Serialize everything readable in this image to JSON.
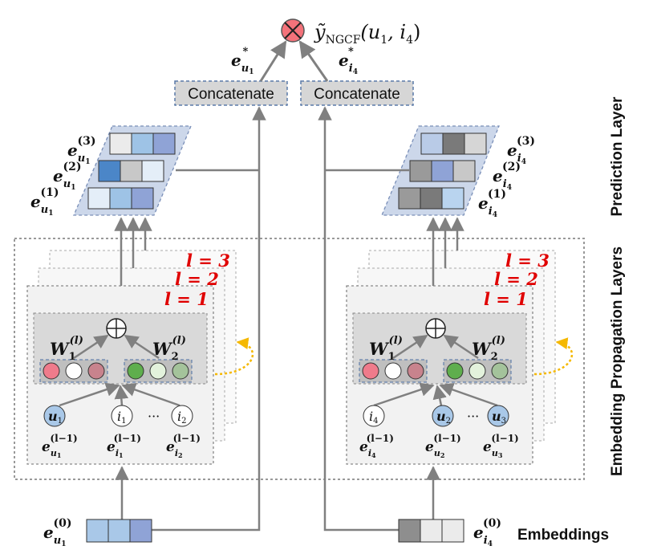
{
  "output": {
    "label": "ỹ",
    "sub": "NGCF",
    "args": "(u",
    "arg1sub": "1",
    "comma": ", i",
    "arg2sub": "4",
    "close": ")"
  },
  "concat": {
    "left": "Concatenate",
    "right": "Concatenate"
  },
  "eu_star": {
    "base": "e",
    "sub": "u",
    "subsub": "1",
    "sup": "*"
  },
  "ei_star": {
    "base": "e",
    "sub": "i",
    "subsub": "4",
    "sup": "*"
  },
  "left_stack_labels": [
    {
      "base": "e",
      "sub": "u",
      "subsub": "1",
      "sup": "(3)"
    },
    {
      "base": "e",
      "sub": "u",
      "subsub": "1",
      "sup": "(2)"
    },
    {
      "base": "e",
      "sub": "u",
      "subsub": "1",
      "sup": "(1)"
    }
  ],
  "right_stack_labels": [
    {
      "base": "e",
      "sub": "i",
      "subsub": "4",
      "sup": "(3)"
    },
    {
      "base": "e",
      "sub": "i",
      "subsub": "4",
      "sup": "(2)"
    },
    {
      "base": "e",
      "sub": "i",
      "subsub": "4",
      "sup": "(1)"
    }
  ],
  "layer_labels": [
    "l = 3",
    "l = 2",
    "l = 1"
  ],
  "weights": {
    "w1": "W",
    "w1sub": "1",
    "w1sup": "(l)",
    "w2": "W",
    "w2sub": "2",
    "w2sup": "(l)"
  },
  "left_nodes": [
    {
      "label": "u",
      "sub": "1",
      "filled": true
    },
    {
      "label": "i",
      "sub": "1",
      "filled": false
    },
    {
      "label": "i",
      "sub": "2",
      "filled": false
    }
  ],
  "right_nodes": [
    {
      "label": "i",
      "sub": "4",
      "filled": false
    },
    {
      "label": "u",
      "sub": "2",
      "filled": true
    },
    {
      "label": "u",
      "sub": "3",
      "filled": true
    }
  ],
  "ellipsis": "···",
  "left_node_labels": [
    {
      "base": "e",
      "sub": "u",
      "subsub": "1",
      "sup": "(l−1)"
    },
    {
      "base": "e",
      "sub": "i",
      "subsub": "1",
      "sup": "(l−1)"
    },
    {
      "base": "e",
      "sub": "i",
      "subsub": "2",
      "sup": "(l−1)"
    }
  ],
  "right_node_labels": [
    {
      "base": "e",
      "sub": "i",
      "subsub": "4",
      "sup": "(l−1)"
    },
    {
      "base": "e",
      "sub": "u",
      "subsub": "2",
      "sup": "(l−1)"
    },
    {
      "base": "e",
      "sub": "u",
      "subsub": "3",
      "sup": "(l−1)"
    }
  ],
  "emb_left": {
    "base": "e",
    "sub": "u",
    "subsub": "1",
    "sup": "(0)"
  },
  "emb_right": {
    "base": "e",
    "sub": "i",
    "subsub": "4",
    "sup": "(0)"
  },
  "side_labels": {
    "prediction": "Prediction Layer",
    "propagation": "Embedding Propagation Layers",
    "embeddings": "Embeddings"
  },
  "colors": {
    "output_circle": "#f4727a",
    "concat_fill": "#d6d6d6",
    "stack_bg": "#ccd7ea",
    "arrow": "#808080",
    "layer_red": "#e00000",
    "loop_arrow": "#f5b800",
    "pink": "#ef7b8b",
    "rose": "#c8838d",
    "green": "#5fae4d",
    "light_green": "#e3f2dc",
    "sage": "#a4c39b",
    "node_blue": "#a9c8e8",
    "left_emb_0": "#a9c8e8",
    "left_emb_1": "#a9c8e8",
    "left_emb_2": "#8fa3d6",
    "right_emb_0": "#8e8e8e",
    "right_emb_1": "#ebebeb",
    "right_emb_2": "#ebebeb",
    "ls3_0": "#ebebeb",
    "ls3_1": "#9ec3e6",
    "ls3_2": "#8fa3d6",
    "ls2_0": "#4b86c8",
    "ls2_1": "#c8c8c8",
    "ls2_2": "#e4eef8",
    "ls1_0": "#e4eef8",
    "ls1_1": "#9ec3e6",
    "ls1_2": "#8fa3d6",
    "rs3_0": "#b9cbe7",
    "rs3_1": "#7a7a7a",
    "rs3_2": "#d6d6d6",
    "rs2_0": "#9a9a9a",
    "rs2_1": "#8fa3d6",
    "rs2_2": "#c8c8c8",
    "rs1_0": "#9a9a9a",
    "rs1_1": "#7a7a7a",
    "rs1_2": "#b9d4ef"
  }
}
